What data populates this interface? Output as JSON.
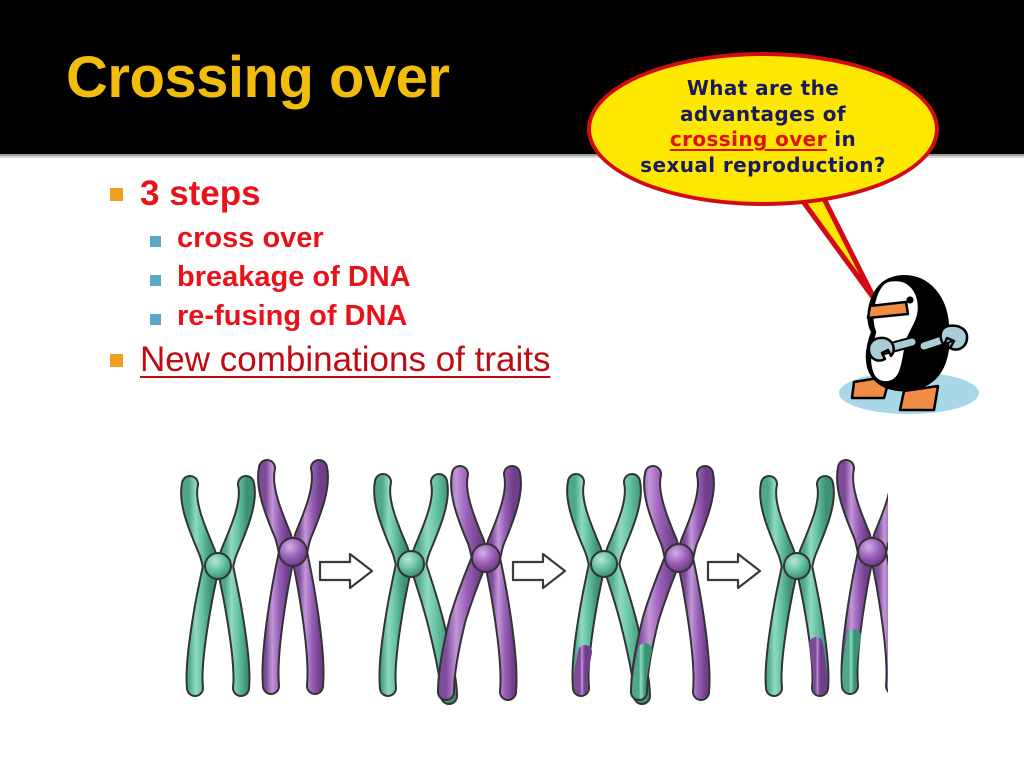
{
  "slide": {
    "title": "Crossing over",
    "title_color": "#f2bc0c",
    "header_background": "#000000",
    "body_background": "#ffffff"
  },
  "bullets": [
    {
      "level": 1,
      "marker": "square-bullet-orange",
      "marker_color": "#efa020",
      "text": "3 steps",
      "text_color": "#e8121b",
      "bold": true,
      "underline": false
    },
    {
      "level": 2,
      "marker": "square-bullet-teal",
      "marker_color": "#5ba8c6",
      "text": "cross over",
      "text_color": "#e8121b",
      "bold": true,
      "underline": false
    },
    {
      "level": 2,
      "marker": "square-bullet-teal",
      "marker_color": "#5ba8c6",
      "text": "breakage of DNA",
      "text_color": "#e8121b",
      "bold": true,
      "underline": false
    },
    {
      "level": 2,
      "marker": "square-bullet-teal",
      "marker_color": "#5ba8c6",
      "text": "re-fusing of DNA",
      "text_color": "#e8121b",
      "bold": true,
      "underline": false
    },
    {
      "level": 1,
      "marker": "square-bullet-orange",
      "marker_color": "#efa020",
      "text": "New combinations of traits",
      "text_color": "#c00a12",
      "bold": false,
      "underline": true
    }
  ],
  "speech_bubble": {
    "line1": "What are the",
    "line2": "advantages of",
    "line3_highlight": "crossing over",
    "line3_tail": " in",
    "line4": "sexual reproduction?",
    "fill_color": "#ffe800",
    "border_color": "#d10a15",
    "text_color": "#1a1a5e",
    "highlight_color": "#e01010"
  },
  "penguin": {
    "name": "cartoon-penguin-with-wrench",
    "body_color": "#000000",
    "belly_color": "#ffffff",
    "beak_color": "#f08c44",
    "feet_color": "#f08c44",
    "wrench_color": "#a8cdd6",
    "shadow_color": "#a8d8e8"
  },
  "chromosome_diagram": {
    "name": "crossing-over-four-stage-diagram",
    "green_color": "#62bfa0",
    "purple_color": "#9a5fb8",
    "outline_color": "#3a3a3a",
    "arrow_label": "right-arrow",
    "stages": [
      {
        "index": 1,
        "label": "homologous pair aligned",
        "chromosomes": [
          {
            "color": "green",
            "tips": [
              "green",
              "green"
            ]
          },
          {
            "color": "purple",
            "tips": [
              "purple",
              "purple"
            ]
          }
        ]
      },
      {
        "index": 2,
        "label": "chiasma forms - chromatids cross over",
        "chromosomes": [
          {
            "color": "green",
            "tips": [
              "green",
              "green"
            ]
          },
          {
            "color": "purple",
            "tips": [
              "purple",
              "purple"
            ]
          }
        ]
      },
      {
        "index": 3,
        "label": "breakage and exchange of DNA segments",
        "chromosomes": [
          {
            "color": "green",
            "tips": [
              "green",
              "purple"
            ]
          },
          {
            "color": "purple",
            "tips": [
              "green",
              "purple"
            ]
          }
        ]
      },
      {
        "index": 4,
        "label": "re-fused recombinant chromosomes",
        "chromosomes": [
          {
            "color": "green",
            "tips": [
              "green",
              "purple"
            ]
          },
          {
            "color": "purple",
            "tips": [
              "green",
              "purple"
            ]
          }
        ]
      }
    ],
    "arrows": 3
  }
}
